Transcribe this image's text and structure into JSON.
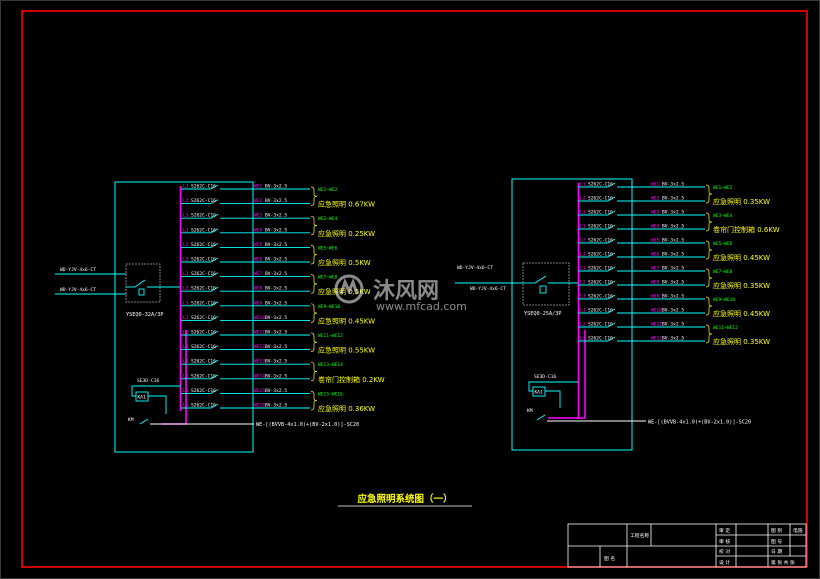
{
  "colors": {
    "background": "#000000",
    "frame": "#ff0000",
    "enclosure": "#00ffff",
    "switch_box": "#a0a0a0",
    "wire": "#00ffff",
    "bus": "#ff00ff",
    "text_spec": "#ffffff",
    "text_green": "#00ff00",
    "text_yellow": "#ffff00",
    "title_block": "#ffffff",
    "watermark": "#e6e6e6"
  },
  "drawing": {
    "title": "应急照明系统图（一）",
    "watermark": {
      "brand": "沐风网",
      "url": "www.mfcad.com",
      "icon": "mfcad-logo-icon"
    }
  },
  "left_panel": {
    "incoming": [
      "WD-YJV-4x6-CT",
      "WD-YJV-4x6-CT"
    ],
    "main_switch": "YSEQ0-32A/3P",
    "branches": [
      {
        "phase": "L1",
        "breaker": "S262C-C16",
        "circuit": "WE1",
        "cable": "BV-3x2.5"
      },
      {
        "phase": "L2",
        "breaker": "S262C-C16",
        "circuit": "WE2",
        "cable": "BV-3x2.5"
      },
      {
        "phase": "L3",
        "breaker": "S262C-C16",
        "circuit": "WE3",
        "cable": "BV-3x2.5"
      },
      {
        "phase": "L1",
        "breaker": "S262C-C16",
        "circuit": "WE4",
        "cable": "BV-3x2.5"
      },
      {
        "phase": "L2",
        "breaker": "S262C-C16",
        "circuit": "WE5",
        "cable": "BV-3x2.5"
      },
      {
        "phase": "L3",
        "breaker": "S262C-C16",
        "circuit": "WE6",
        "cable": "BV-3x2.5"
      },
      {
        "phase": "L1",
        "breaker": "S262C-C16",
        "circuit": "WE7",
        "cable": "BV-3x2.5"
      },
      {
        "phase": "L2",
        "breaker": "S262C-C16",
        "circuit": "WE8",
        "cable": "BV-3x2.5"
      },
      {
        "phase": "L3",
        "breaker": "S262C-C16",
        "circuit": "WE9",
        "cable": "BV-3x2.5"
      },
      {
        "phase": "L1",
        "breaker": "S262C-C16",
        "circuit": "WE10",
        "cable": "BV-3x2.5"
      },
      {
        "phase": "L2",
        "breaker": "S262C-C16",
        "circuit": "WE11",
        "cable": "BV-3x2.5"
      },
      {
        "phase": "L3",
        "breaker": "S262C-C16",
        "circuit": "WE12",
        "cable": "BV-3x2.5"
      },
      {
        "phase": "L1",
        "breaker": "S262C-C16",
        "circuit": "WE13",
        "cable": "BV-3x2.5"
      },
      {
        "phase": "L2",
        "breaker": "S262C-C16",
        "circuit": "WE14",
        "cable": "BV-3x2.5"
      },
      {
        "phase": "L3",
        "breaker": "S262C-C16",
        "circuit": "WE15",
        "cable": "BV-3x2.5"
      },
      {
        "phase": "L1",
        "breaker": "S262C-C16",
        "circuit": "WE16",
        "cable": "BV-3x2.5"
      }
    ],
    "loads": [
      {
        "circuits": "WE1~WE2",
        "name": "应急照明 0.67KW"
      },
      {
        "circuits": "WE3~WE4",
        "name": "应急照明 0.25KW"
      },
      {
        "circuits": "WE5~WE6",
        "name": "应急照明 0.5KW"
      },
      {
        "circuits": "WE7~WE8",
        "name": "应急照明 0.5KW"
      },
      {
        "circuits": "WE9~WE10",
        "name": "应急照明 0.45KW"
      },
      {
        "circuits": "WE11~WE12",
        "name": "应急照明 0.55KW"
      },
      {
        "circuits": "WE13~WE14",
        "name": "卷帘门控制箱 0.2KW"
      },
      {
        "circuits": "WE15~WE16",
        "name": "应急照明 0.36KW"
      }
    ],
    "control": {
      "breaker": "SE3D-C16",
      "relay": "KA1",
      "contactor": "KM"
    },
    "outgoing_cable": "WE-[(BVVB-4x1.0)+(BV-2x1.0)]-SC20"
  },
  "right_panel": {
    "incoming": [
      "WD-YJV-4x6-CT",
      "WD-YJV-4x6-CT"
    ],
    "main_switch": "YSEQ0-25A/3P",
    "branches": [
      {
        "phase": "L1",
        "breaker": "S262C-C16",
        "circuit": "WE1",
        "cable": "BV-3x2.5"
      },
      {
        "phase": "L2",
        "breaker": "S262C-C16",
        "circuit": "WE2",
        "cable": "BV-3x2.5"
      },
      {
        "phase": "L3",
        "breaker": "S262C-C16",
        "circuit": "WE3",
        "cable": "BV-3x2.5"
      },
      {
        "phase": "L1",
        "breaker": "S262C-C16",
        "circuit": "WE4",
        "cable": "BV-3x2.5"
      },
      {
        "phase": "L2",
        "breaker": "S262C-C16",
        "circuit": "WE5",
        "cable": "BV-3x2.5"
      },
      {
        "phase": "L3",
        "breaker": "S262C-C16",
        "circuit": "WE6",
        "cable": "BV-3x2.5"
      },
      {
        "phase": "L1",
        "breaker": "S262C-C16",
        "circuit": "WE7",
        "cable": "BV-3x2.5"
      },
      {
        "phase": "L2",
        "breaker": "S262C-C16",
        "circuit": "WE8",
        "cable": "BV-3x2.5"
      },
      {
        "phase": "L3",
        "breaker": "S262C-C16",
        "circuit": "WE9",
        "cable": "BV-3x2.5"
      },
      {
        "phase": "L1",
        "breaker": "S262C-C16",
        "circuit": "WE10",
        "cable": "BV-3x2.5"
      },
      {
        "phase": "L2",
        "breaker": "S262C-C16",
        "circuit": "WE11",
        "cable": "BV-3x2.5"
      },
      {
        "phase": "L3",
        "breaker": "S262C-C16",
        "circuit": "WE12",
        "cable": "BV-3x2.5"
      }
    ],
    "loads": [
      {
        "circuits": "WE1~WE2",
        "name": "应急照明 0.35KW"
      },
      {
        "circuits": "WE3~WE4",
        "name": "卷帘门控制箱 0.6KW"
      },
      {
        "circuits": "WE5~WE6",
        "name": "应急照明 0.45KW"
      },
      {
        "circuits": "WE7~WE8",
        "name": "应急照明 0.35KW"
      },
      {
        "circuits": "WE9~WE10",
        "name": "应急照明 0.45KW"
      },
      {
        "circuits": "WE11~WE12",
        "name": "应急照明 0.35KW"
      }
    ],
    "control": {
      "breaker": "SE3D-C16",
      "relay": "KA1",
      "contactor": "KM"
    },
    "outgoing_cable": "WE-[(BVVB-4x1.0)+(BV-2x1.0)]-SC20"
  },
  "title_block": {
    "project": "工程名称",
    "drawing_name": "图 名",
    "roles": [
      "审 定",
      "审 核",
      "校 对",
      "设 计"
    ],
    "fields": [
      "图 别",
      "图 号",
      "日 期"
    ],
    "discipline": "电施",
    "sheet": "第 张 共 张"
  }
}
